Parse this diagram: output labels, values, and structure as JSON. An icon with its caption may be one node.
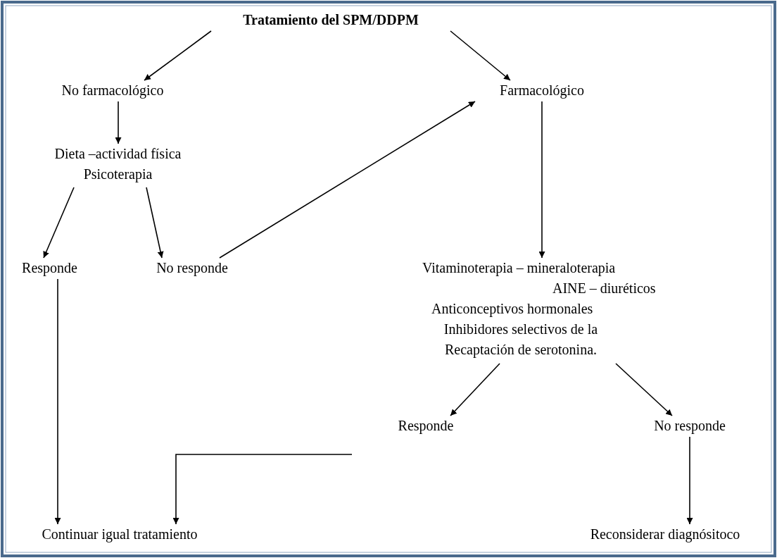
{
  "diagram": {
    "nodes": [
      {
        "text": [
          "Tratamiento del SPM/DDPM"
        ]
      },
      {
        "text": [
          "No farmacológico"
        ]
      },
      {
        "text": [
          "Farmacológico"
        ]
      },
      {
        "text": [
          "Dieta –actividad física Psicoterapia"
        ]
      },
      {
        "text": [
          "Responde"
        ]
      },
      {
        "text": [
          "No responde"
        ]
      },
      {
        "text": [
          "Vitaminoterapia – mineraloterapia",
          "AINE – diuréticos",
          "Anticonceptivos hormonales",
          "Inhibidores selectivos de la Recaptación de serotonina."
        ]
      },
      {
        "text": [
          "Responde"
        ]
      },
      {
        "text": [
          "No responde"
        ]
      },
      {
        "text": [
          "Continuar igual tratamiento"
        ]
      },
      {
        "text": [
          "Reconsiderar diagnósitoco"
        ]
      }
    ],
    "edges": [
      {
        "from": 0,
        "to": 1,
        "arrow": "to"
      },
      {
        "from": 0,
        "to": 2,
        "arrow": "to"
      },
      {
        "from": 1,
        "to": 3,
        "arrow": "to"
      },
      {
        "from": 3,
        "to": 4,
        "arrow": "to"
      },
      {
        "from": 3,
        "to": 5,
        "arrow": "to"
      },
      {
        "from": 5,
        "to": 2,
        "arrow": "to"
      },
      {
        "from": 2,
        "to": 6,
        "arrow": "to"
      },
      {
        "from": 6,
        "to": 7,
        "arrow": "to"
      },
      {
        "from": 6,
        "to": 8,
        "arrow": "to"
      },
      {
        "from": 7,
        "to": 9,
        "arrow": "to"
      },
      {
        "from": 4,
        "to": 9,
        "arrow": "to"
      },
      {
        "from": 8,
        "to": 10,
        "arrow": "to"
      }
    ]
  }
}
